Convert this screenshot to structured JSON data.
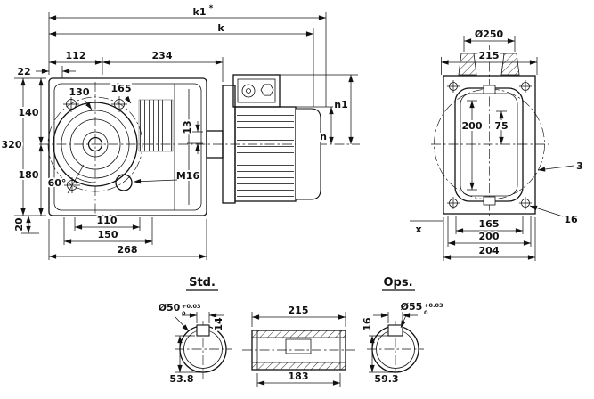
{
  "drawing": {
    "main": {
      "k1": "k1",
      "k1_note": "*",
      "k": "k",
      "d22": "22",
      "d112": "112",
      "d234": "234",
      "d130": "130",
      "d165": "165",
      "d140": "140",
      "d320": "320",
      "d180": "180",
      "a60": "60°",
      "d13": "13",
      "m16": "M16",
      "d20": "20",
      "d110": "110",
      "d150": "150",
      "d268": "268",
      "n": "n",
      "n1": "n1"
    },
    "flange": {
      "dia250": "Ø250",
      "d215": "215",
      "d200v": "200",
      "d75": "75",
      "d3": "3",
      "d16": "16",
      "d165": "165",
      "d200": "200",
      "d204": "204",
      "axis": "x"
    },
    "std": {
      "title": "Std.",
      "dia": "Ø50",
      "tol_up": "+0.03",
      "tol_dn": "0",
      "key": "14",
      "height": "53.8"
    },
    "section": {
      "length": "215",
      "inner": "183"
    },
    "ops": {
      "title": "Ops.",
      "dia": "Ø55",
      "tol_up": "+0.03",
      "tol_dn": "0",
      "key": "16",
      "height": "59.3"
    }
  }
}
